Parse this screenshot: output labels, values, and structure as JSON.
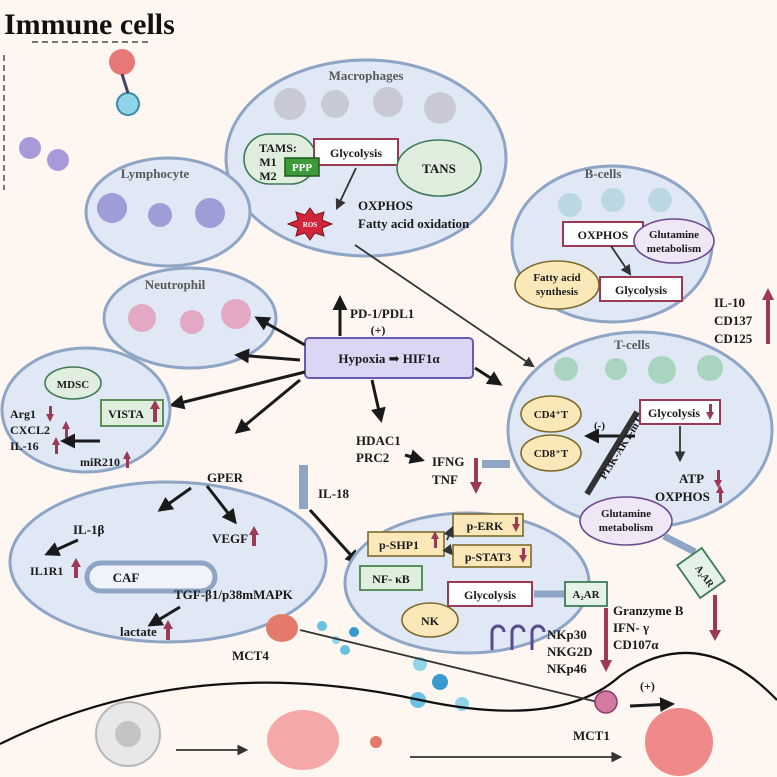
{
  "title": "Immune cells",
  "macrophages": {
    "title": "Macrophages",
    "tams": "TAMS:",
    "m1": "M1",
    "m2": "M2",
    "glycolysis": "Glycolysis",
    "ppp": "PPP",
    "tans": "TANS",
    "oxphos": "OXPHOS",
    "fao": "Fatty acid oxidation",
    "ros": "ROS"
  },
  "lymphocyte": {
    "title": "Lymphocyte"
  },
  "neutrophil": {
    "title": "Neutrophil"
  },
  "bcells": {
    "title": "B-cells",
    "oxphos": "OXPHOS",
    "glutamine": "Glutamine",
    "metabolism": "metabolism",
    "fatty": "Fatty acid",
    "synthesis": "synthesis",
    "glycolysis": "Glycolysis"
  },
  "bcell_markers": [
    "IL-10",
    "CD137",
    "CD125"
  ],
  "center": {
    "pd1": "PD-1/PDL1",
    "plus": "(+)",
    "hypoxia": "Hypoxia ➡ HIF1α",
    "hdac1": "HDAC1",
    "prc2": "PRC2",
    "ifng": "IFNG",
    "tnf": "TNF",
    "gper": "GPER",
    "il18": "IL-18"
  },
  "mdsc": {
    "mdsc": "MDSC",
    "vista": "VISTA",
    "arg1": "Arg1",
    "cxcl2": "CXCL2",
    "il16": "IL-16",
    "mir210": "miR210"
  },
  "tcells": {
    "title": "T-cells",
    "cd4": "CD4⁺T",
    "cd8": "CD8⁺T",
    "minus": "(-)",
    "pi3k": "PI3K-AKT-mTOR",
    "glycolysis": "Glycolysis",
    "atp": "ATP",
    "oxphos": "OXPHOS",
    "glutamine": "Glutamine",
    "metabolism": "metabolism",
    "a2ar": "A₂AR"
  },
  "caf": {
    "il1b": "IL-1β",
    "vegf": "VEGF",
    "il1r1": "IL1R1",
    "caf": "CAF",
    "tgf": "TGF-β1/p38mMAPK",
    "lactate": "lactate",
    "mct4": "MCT4"
  },
  "nk": {
    "pshp1": "p-SHP1",
    "perk": "p-ERK",
    "pstat3": "p-STAT3",
    "nfkb": "NF- κB",
    "glycolysis": "Glycolysis",
    "nk": "NK",
    "a2ar": "A₂AR"
  },
  "effector": [
    "Granzyme B",
    "IFN- γ",
    "CD107α"
  ],
  "receptors": [
    "NKp30",
    "NKG2D",
    "NKp46"
  ],
  "mct1": "MCT1",
  "plus_tumor": "(+)"
}
